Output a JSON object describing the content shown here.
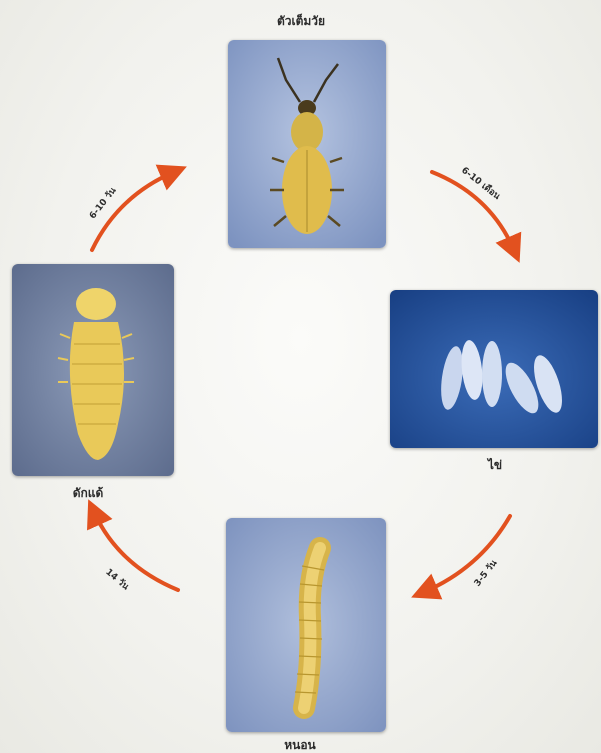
{
  "stages": {
    "adult": {
      "label": "ตัวเต็มวัย"
    },
    "egg": {
      "label": "ไข่"
    },
    "larva": {
      "label": "หนอน"
    },
    "pupa": {
      "label": "ดักแด้"
    }
  },
  "durations": {
    "adult_to_egg": "6-10 เดือน",
    "egg_to_larva": "3-5 วัน",
    "larva_to_pupa": "14 วัน",
    "pupa_to_adult": "6-10 วัน"
  },
  "colors": {
    "arrow": "#e2511f",
    "photo_bg_blue": "#8fa5cc",
    "egg_bg": "#1f4d96",
    "insect_yellow": "#e3c14e"
  }
}
